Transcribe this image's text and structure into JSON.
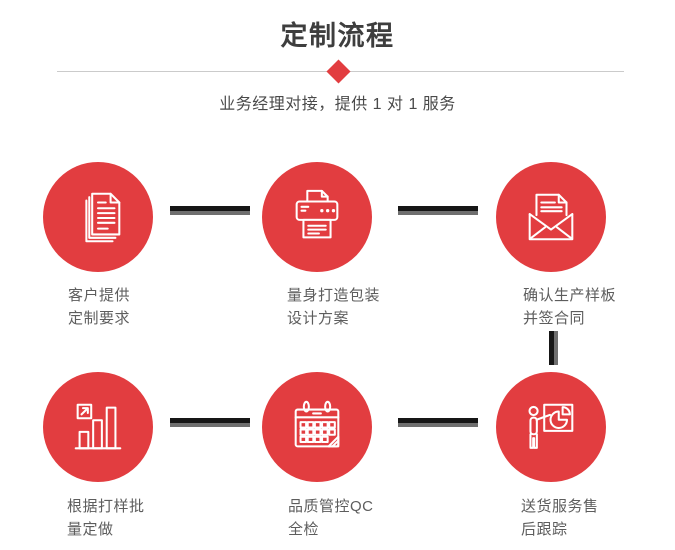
{
  "header": {
    "title": "定制流程",
    "subtitle": "业务经理对接，提供 1 对 1 服务"
  },
  "colors": {
    "accent_red": "#e23d40",
    "title_text": "#3e3e3e",
    "subtitle_text": "#4a4a4a",
    "label_text": "#5d5d5d",
    "divider": "#cbcbcb",
    "connector_dark": "#161616",
    "connector_light": "#6f6f6f"
  },
  "steps": [
    {
      "icon": "documents-icon",
      "label_line1": "客户提供",
      "label_line2": "定制要求"
    },
    {
      "icon": "printer-icon",
      "label_line1": "量身打造包装",
      "label_line2": "设计方案"
    },
    {
      "icon": "envelope-icon",
      "label_line1": "确认生产样板",
      "label_line2": "并签合同"
    },
    {
      "icon": "bar-chart-icon",
      "label_line1": "根据打样批",
      "label_line2": "量定做"
    },
    {
      "icon": "calendar-icon",
      "label_line1": "品质管控QC",
      "label_line2": "全检"
    },
    {
      "icon": "presentation-icon",
      "label_line1": "送货服务售",
      "label_line2": "后跟踪"
    }
  ]
}
